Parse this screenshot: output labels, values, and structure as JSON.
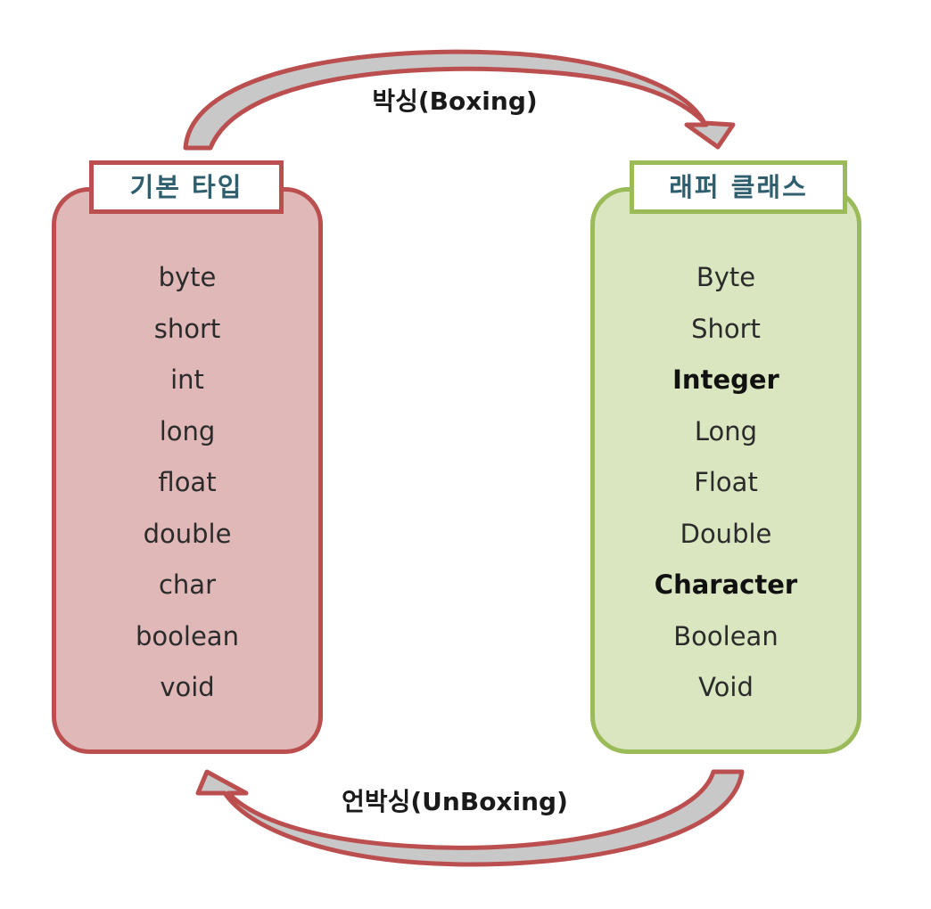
{
  "colors": {
    "primitive_fill": "#e0b8b8",
    "primitive_border": "#bb4f4f",
    "primitive_header_text": "#2f5f6f",
    "wrapper_fill": "#d9e6bf",
    "wrapper_border": "#9bbb59",
    "wrapper_header_text": "#2f5f6f",
    "arrow_fill": "#c8c8c8",
    "arrow_stroke": "#bb4f4f"
  },
  "boxing_label": "박싱(Boxing)",
  "unboxing_label": "언박싱(UnBoxing)",
  "primitive": {
    "title": "기본 타입",
    "items": [
      "byte",
      "short",
      "int",
      "long",
      "float",
      "double",
      "char",
      "boolean",
      "void"
    ]
  },
  "wrapper": {
    "title": "래퍼 클래스",
    "items": [
      "Byte",
      "Short",
      "Integer",
      "Long",
      "Float",
      "Double",
      "Character",
      "Boolean",
      "Void"
    ],
    "bold_items": [
      "Integer",
      "Character"
    ]
  }
}
